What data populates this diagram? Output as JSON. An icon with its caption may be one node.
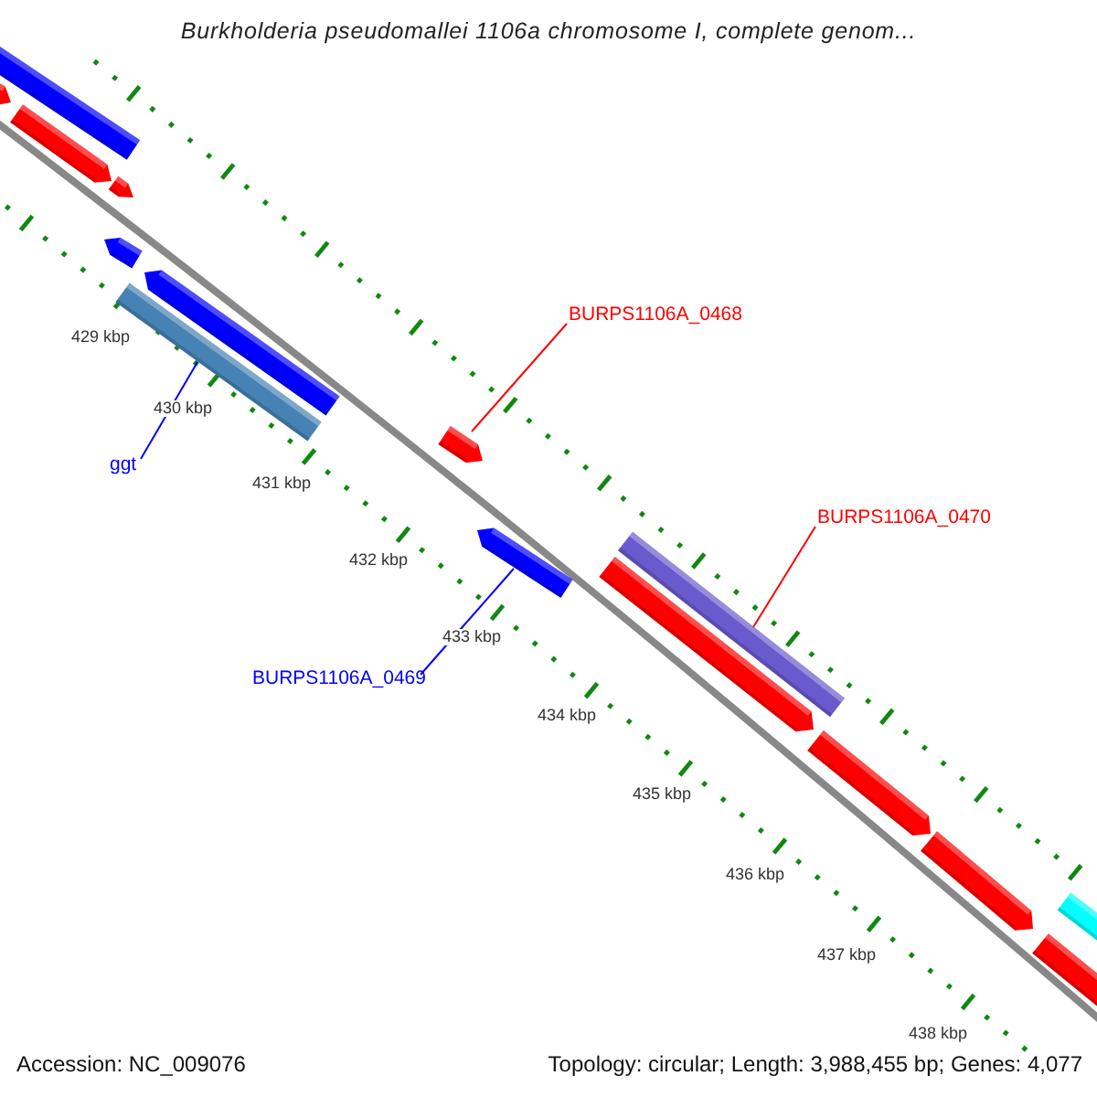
{
  "diagram": {
    "title": "Burkholderia pseudomallei 1106a chromosome I, complete genom...",
    "nodes": [
      {
        "text": [],
        "shape": "bar"
      },
      {
        "text": [],
        "shape": "arrow"
      },
      {
        "text": [],
        "shape": "arrow"
      },
      {
        "text": [],
        "shape": "arrow"
      },
      {
        "text": [],
        "shape": "arrow"
      },
      {
        "text": [],
        "shape": "arrow"
      },
      {
        "text": [],
        "shape": "bar"
      },
      {
        "text": [],
        "shape": "arrow"
      },
      {
        "text": [],
        "shape": "arrow"
      },
      {
        "text": [],
        "shape": "bar"
      },
      {
        "text": [],
        "shape": "arrow"
      },
      {
        "text": [],
        "shape": "arrow"
      },
      {
        "text": [],
        "shape": "arrow"
      },
      {
        "text": [],
        "shape": "bar"
      },
      {
        "text": [],
        "shape": "arrow"
      },
      {
        "text": [
          "BURPS1106A_0468"
        ]
      },
      {
        "text": [
          "ggt"
        ]
      },
      {
        "text": [
          "BURPS1106A_0470"
        ]
      },
      {
        "text": [
          "BURPS1106A_0469"
        ]
      }
    ],
    "edges": [
      {
        "from": 15,
        "to": 7,
        "arrow": "none",
        "color": "#ff0000"
      },
      {
        "from": 16,
        "to": 6,
        "arrow": "none",
        "color": "#0000ff"
      },
      {
        "from": 17,
        "to": 9,
        "arrow": "none",
        "color": "#ff0000"
      },
      {
        "from": 18,
        "to": 8,
        "arrow": "none",
        "color": "#0000ff"
      }
    ],
    "labels": [
      "429 kbp",
      "430 kbp",
      "431 kbp",
      "432 kbp",
      "433 kbp",
      "434 kbp",
      "435 kbp",
      "436 kbp",
      "437 kbp",
      "438 kbp",
      "Accession: NC_009076",
      "Topology: circular; Length: 3,988,455 bp; Genes: 4,077"
    ]
  }
}
